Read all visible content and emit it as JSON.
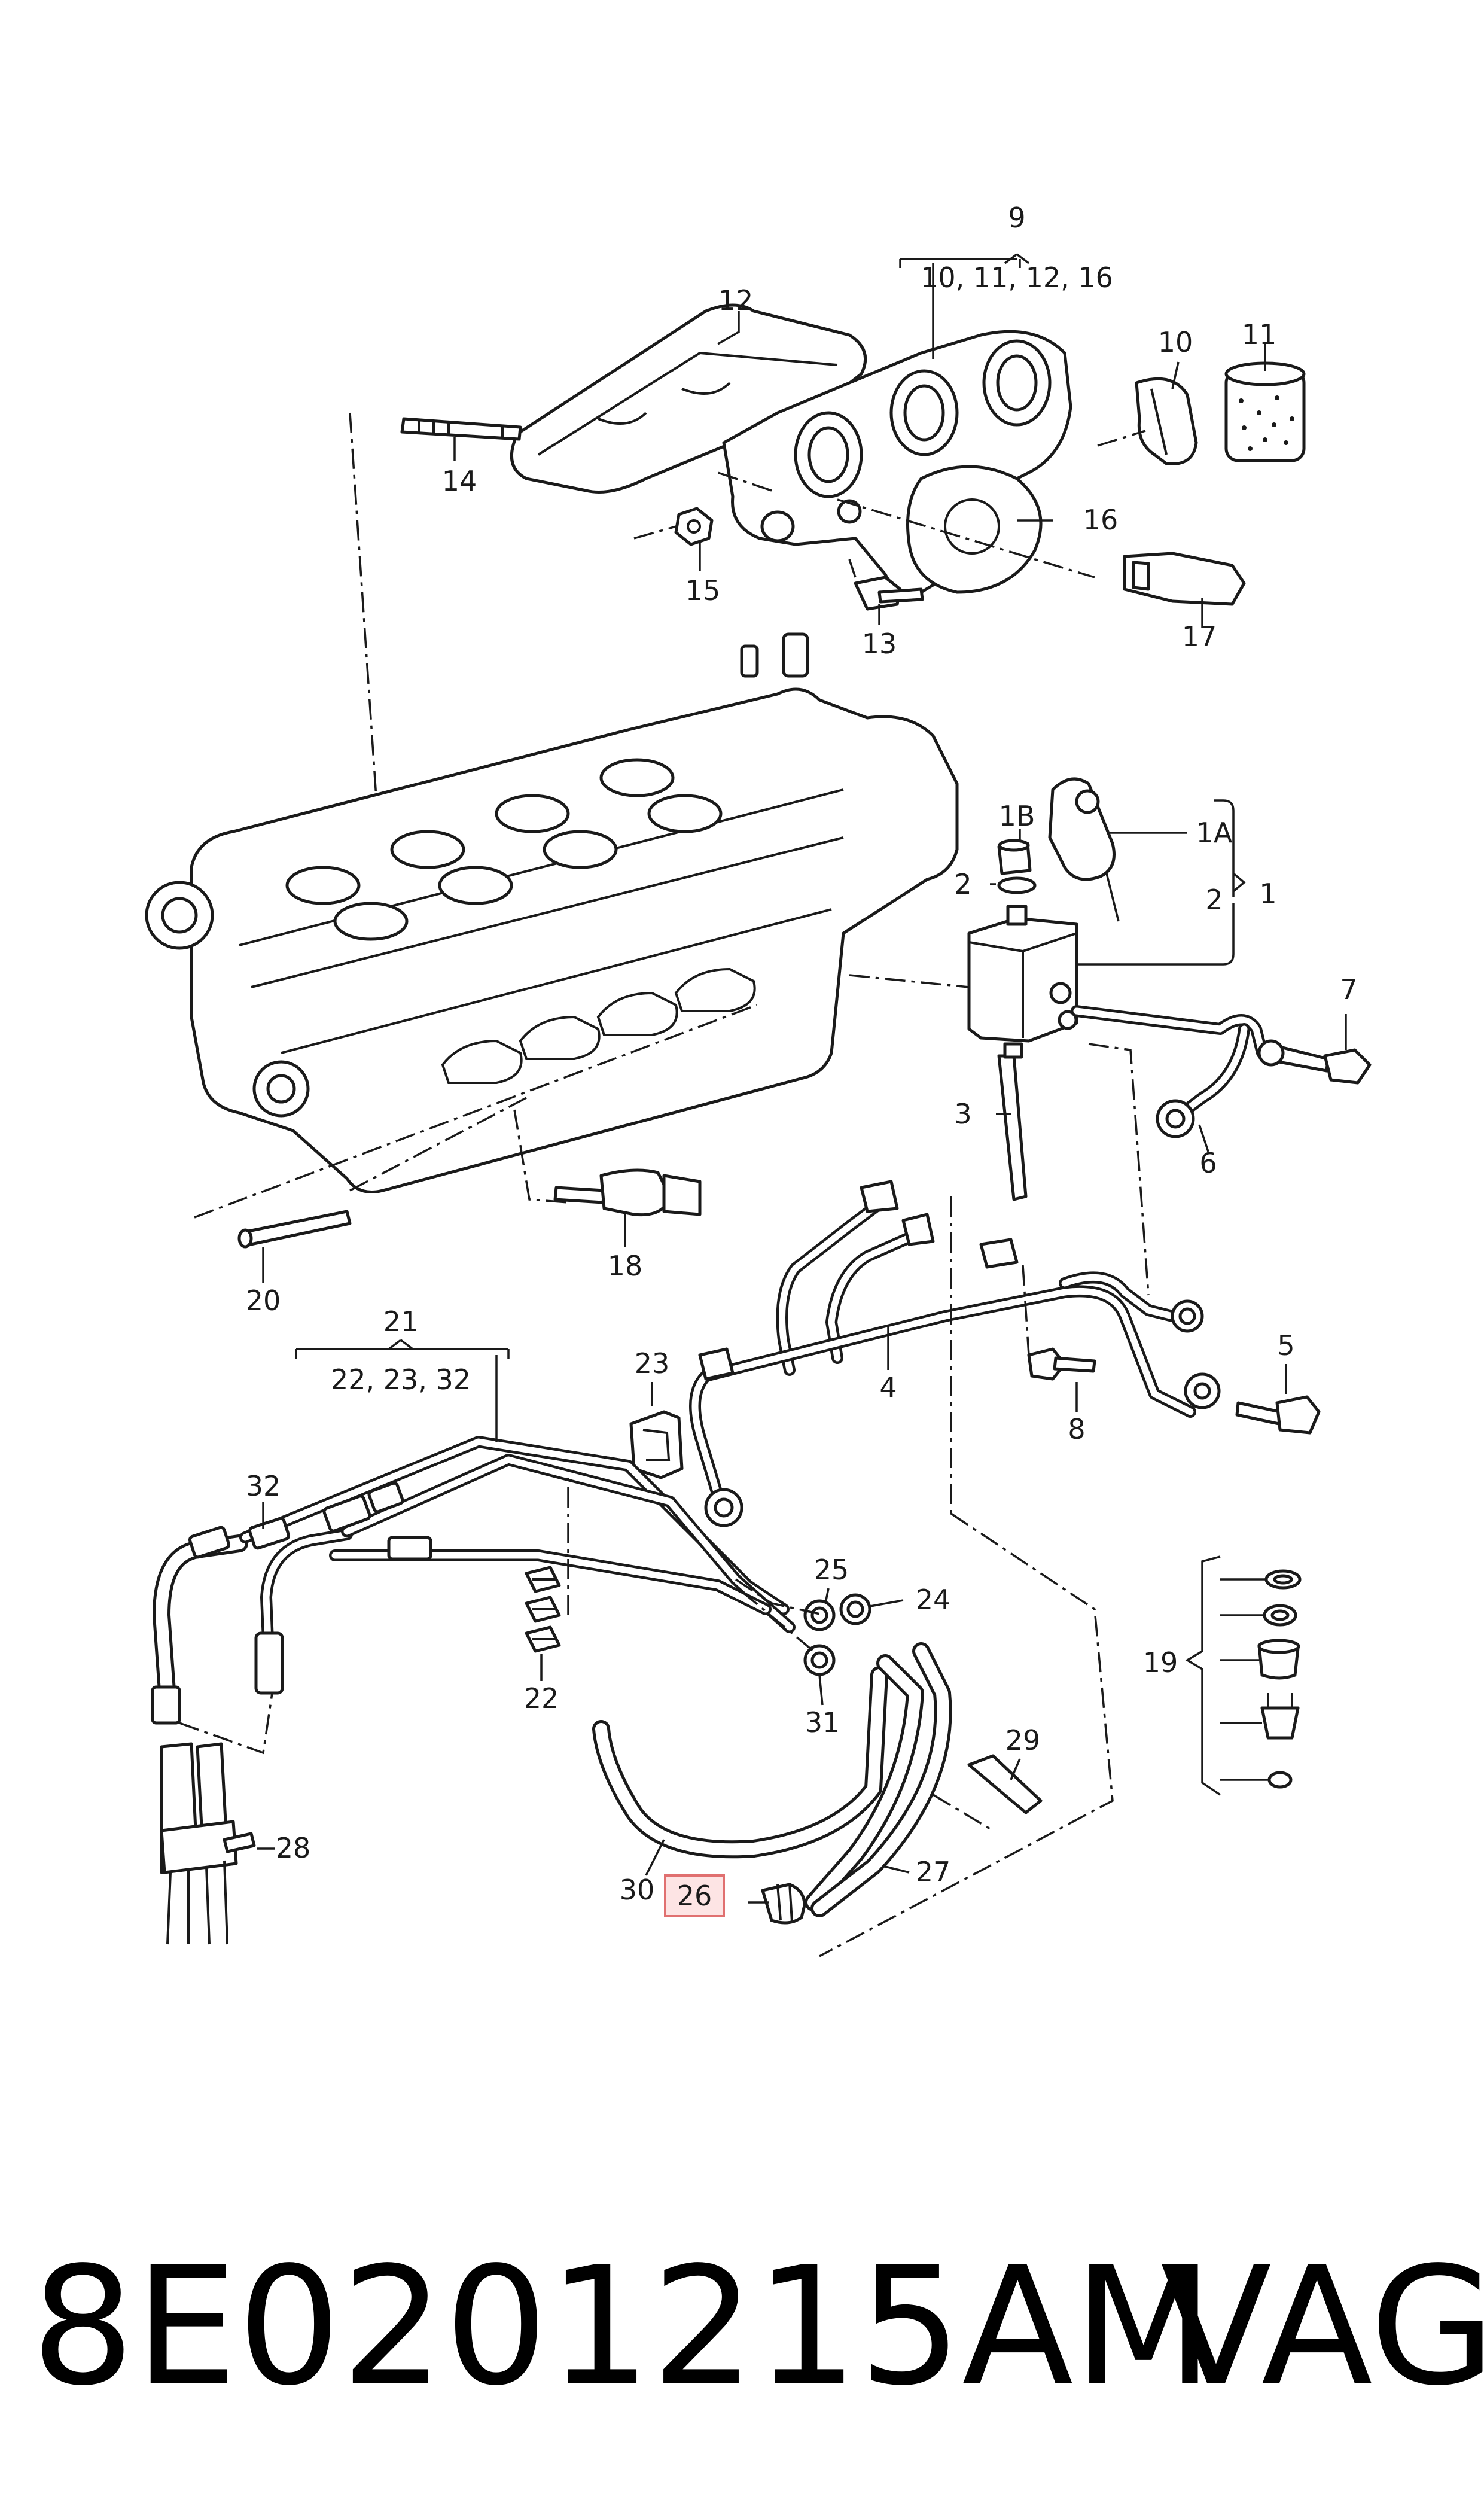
{
  "diagram": {
    "callouts": [
      {
        "id": "9",
        "text": "9"
      },
      {
        "id": "9-group",
        "text": "10, 11, 12, 16"
      },
      {
        "id": "12",
        "text": "12"
      },
      {
        "id": "10",
        "text": "10"
      },
      {
        "id": "11",
        "text": "11"
      },
      {
        "id": "14",
        "text": "14"
      },
      {
        "id": "16",
        "text": "16"
      },
      {
        "id": "15",
        "text": "15"
      },
      {
        "id": "13",
        "text": "13"
      },
      {
        "id": "17",
        "text": "17"
      },
      {
        "id": "1B",
        "text": "1B"
      },
      {
        "id": "1A",
        "text": "1A"
      },
      {
        "id": "2a",
        "text": "2"
      },
      {
        "id": "2b",
        "text": "2"
      },
      {
        "id": "1",
        "text": "1"
      },
      {
        "id": "7",
        "text": "7"
      },
      {
        "id": "3",
        "text": "3"
      },
      {
        "id": "6",
        "text": "6"
      },
      {
        "id": "18",
        "text": "18"
      },
      {
        "id": "20",
        "text": "20"
      },
      {
        "id": "21",
        "text": "21"
      },
      {
        "id": "21-group",
        "text": "22, 23, 32"
      },
      {
        "id": "23",
        "text": "23"
      },
      {
        "id": "4",
        "text": "4"
      },
      {
        "id": "5",
        "text": "5"
      },
      {
        "id": "8",
        "text": "8"
      },
      {
        "id": "32",
        "text": "32"
      },
      {
        "id": "25",
        "text": "25"
      },
      {
        "id": "24",
        "text": "24"
      },
      {
        "id": "22",
        "text": "22"
      },
      {
        "id": "31",
        "text": "31"
      },
      {
        "id": "19",
        "text": "19"
      },
      {
        "id": "29",
        "text": "29"
      },
      {
        "id": "28",
        "text": "28"
      },
      {
        "id": "30",
        "text": "30"
      },
      {
        "id": "26",
        "text": "26"
      },
      {
        "id": "27",
        "text": "27"
      }
    ],
    "highlighted_callout": "26",
    "highlight_color": "#fde4e4"
  },
  "footer": {
    "part_number": "8E0201215AM",
    "brand": "VAG"
  }
}
